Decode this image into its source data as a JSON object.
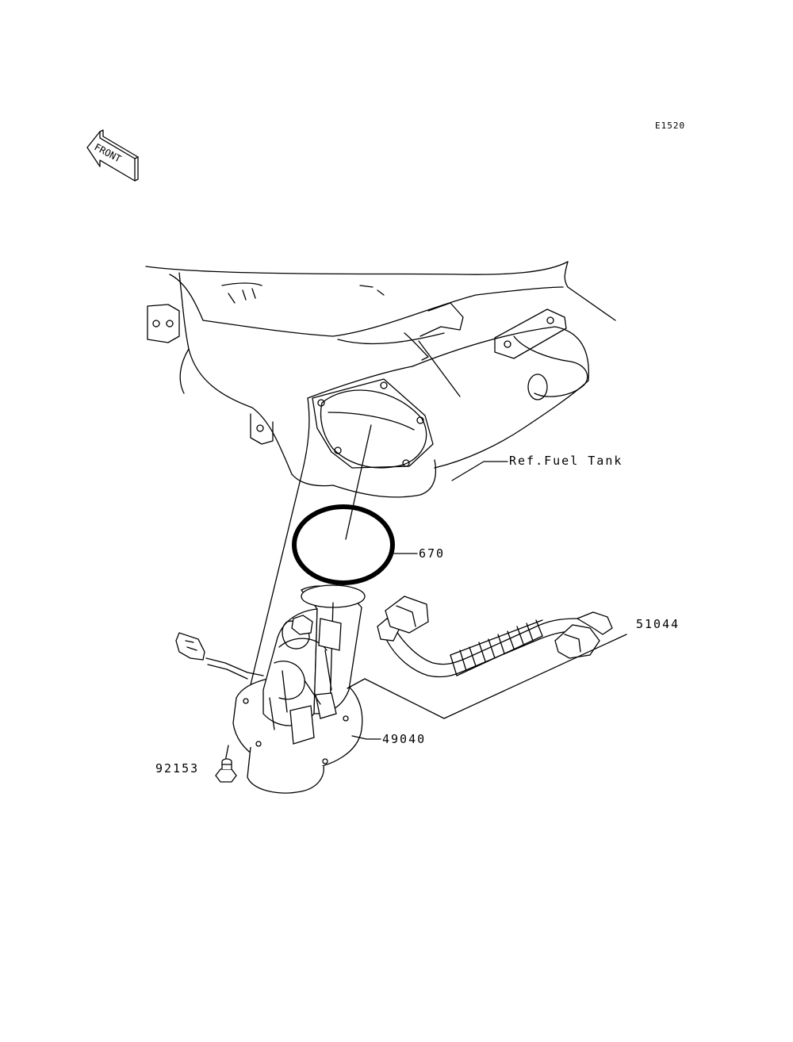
{
  "diagram_code": "E1520",
  "front_marker": "FRONT",
  "ref_label": "Ref.Fuel Tank",
  "parts": [
    {
      "number": "670"
    },
    {
      "number": "51044"
    },
    {
      "number": "49040"
    },
    {
      "number": "92153"
    }
  ]
}
